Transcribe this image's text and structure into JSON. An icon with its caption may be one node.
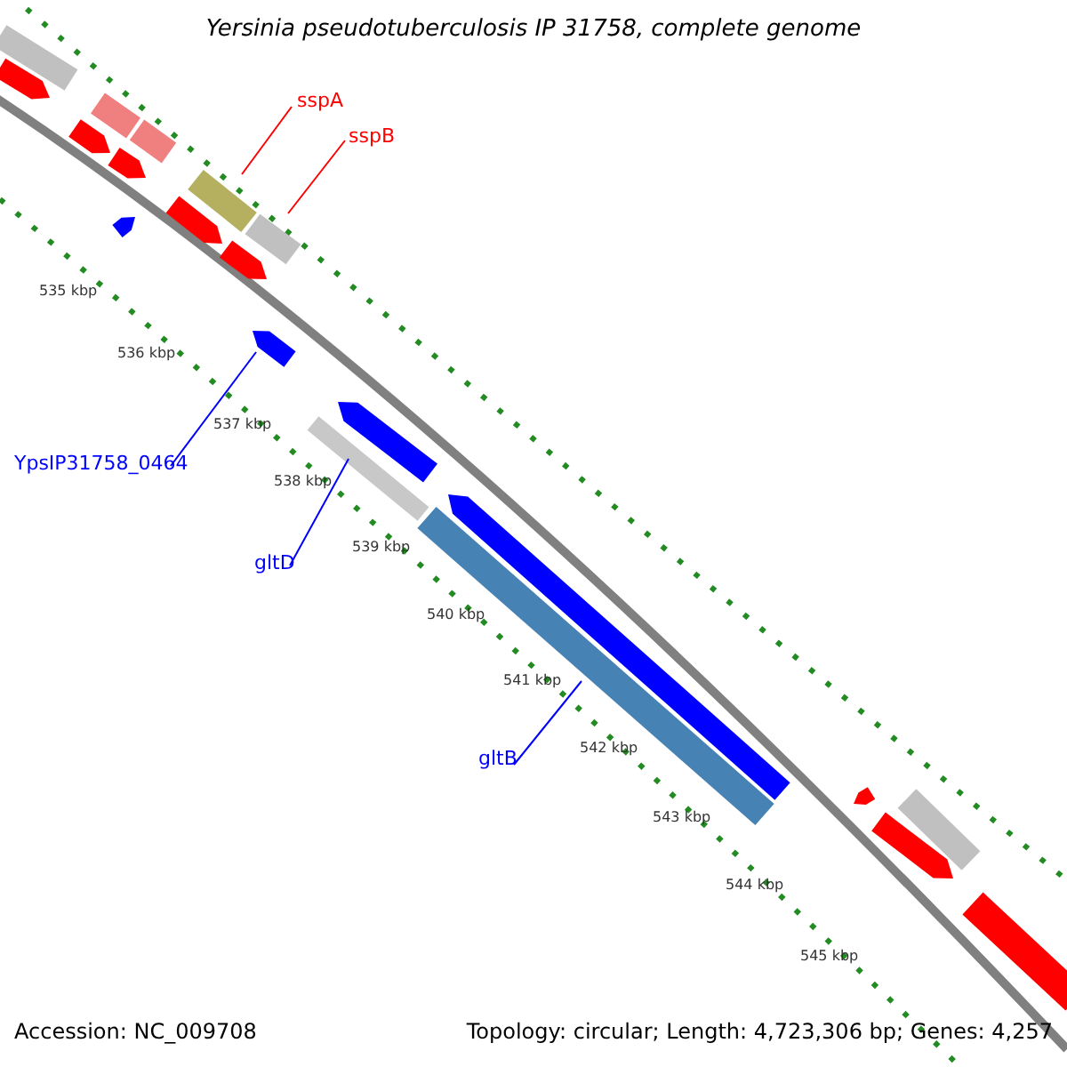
{
  "diagram": {
    "title": "Yersinia pseudotuberculosis IP 31758, complete genome",
    "nodes": [
      {
        "text": [
          "sspA"
        ]
      },
      {
        "text": [
          "sspB"
        ]
      },
      {
        "text": [
          "YpsIP31758_0464"
        ]
      },
      {
        "text": [
          "gltD"
        ]
      },
      {
        "text": [
          "gltB"
        ]
      },
      {
        "text": [],
        "shape": "bar"
      },
      {
        "text": [],
        "shape": "bar"
      },
      {
        "text": [],
        "shape": "arrow"
      },
      {
        "text": [],
        "shape": "bar"
      },
      {
        "text": [],
        "shape": "bar"
      }
    ],
    "edges": [
      {
        "from": 0,
        "to": 5,
        "arrow": "none",
        "color": "#ff0000"
      },
      {
        "from": 1,
        "to": 6,
        "arrow": "none",
        "color": "#ff0000"
      },
      {
        "from": 2,
        "to": 7,
        "arrow": "none"
      },
      {
        "from": 3,
        "to": 8,
        "arrow": "none"
      },
      {
        "from": 4,
        "to": 9,
        "arrow": "none"
      }
    ],
    "labels": [
      "535 kbp",
      "536 kbp",
      "537 kbp",
      "538 kbp",
      "539 kbp",
      "540 kbp",
      "541 kbp",
      "542 kbp",
      "543 kbp",
      "544 kbp",
      "545 kbp",
      "Accession: NC_009708",
      "Topology: circular; Length: 4,723,306 bp; Genes: 4,257"
    ]
  }
}
